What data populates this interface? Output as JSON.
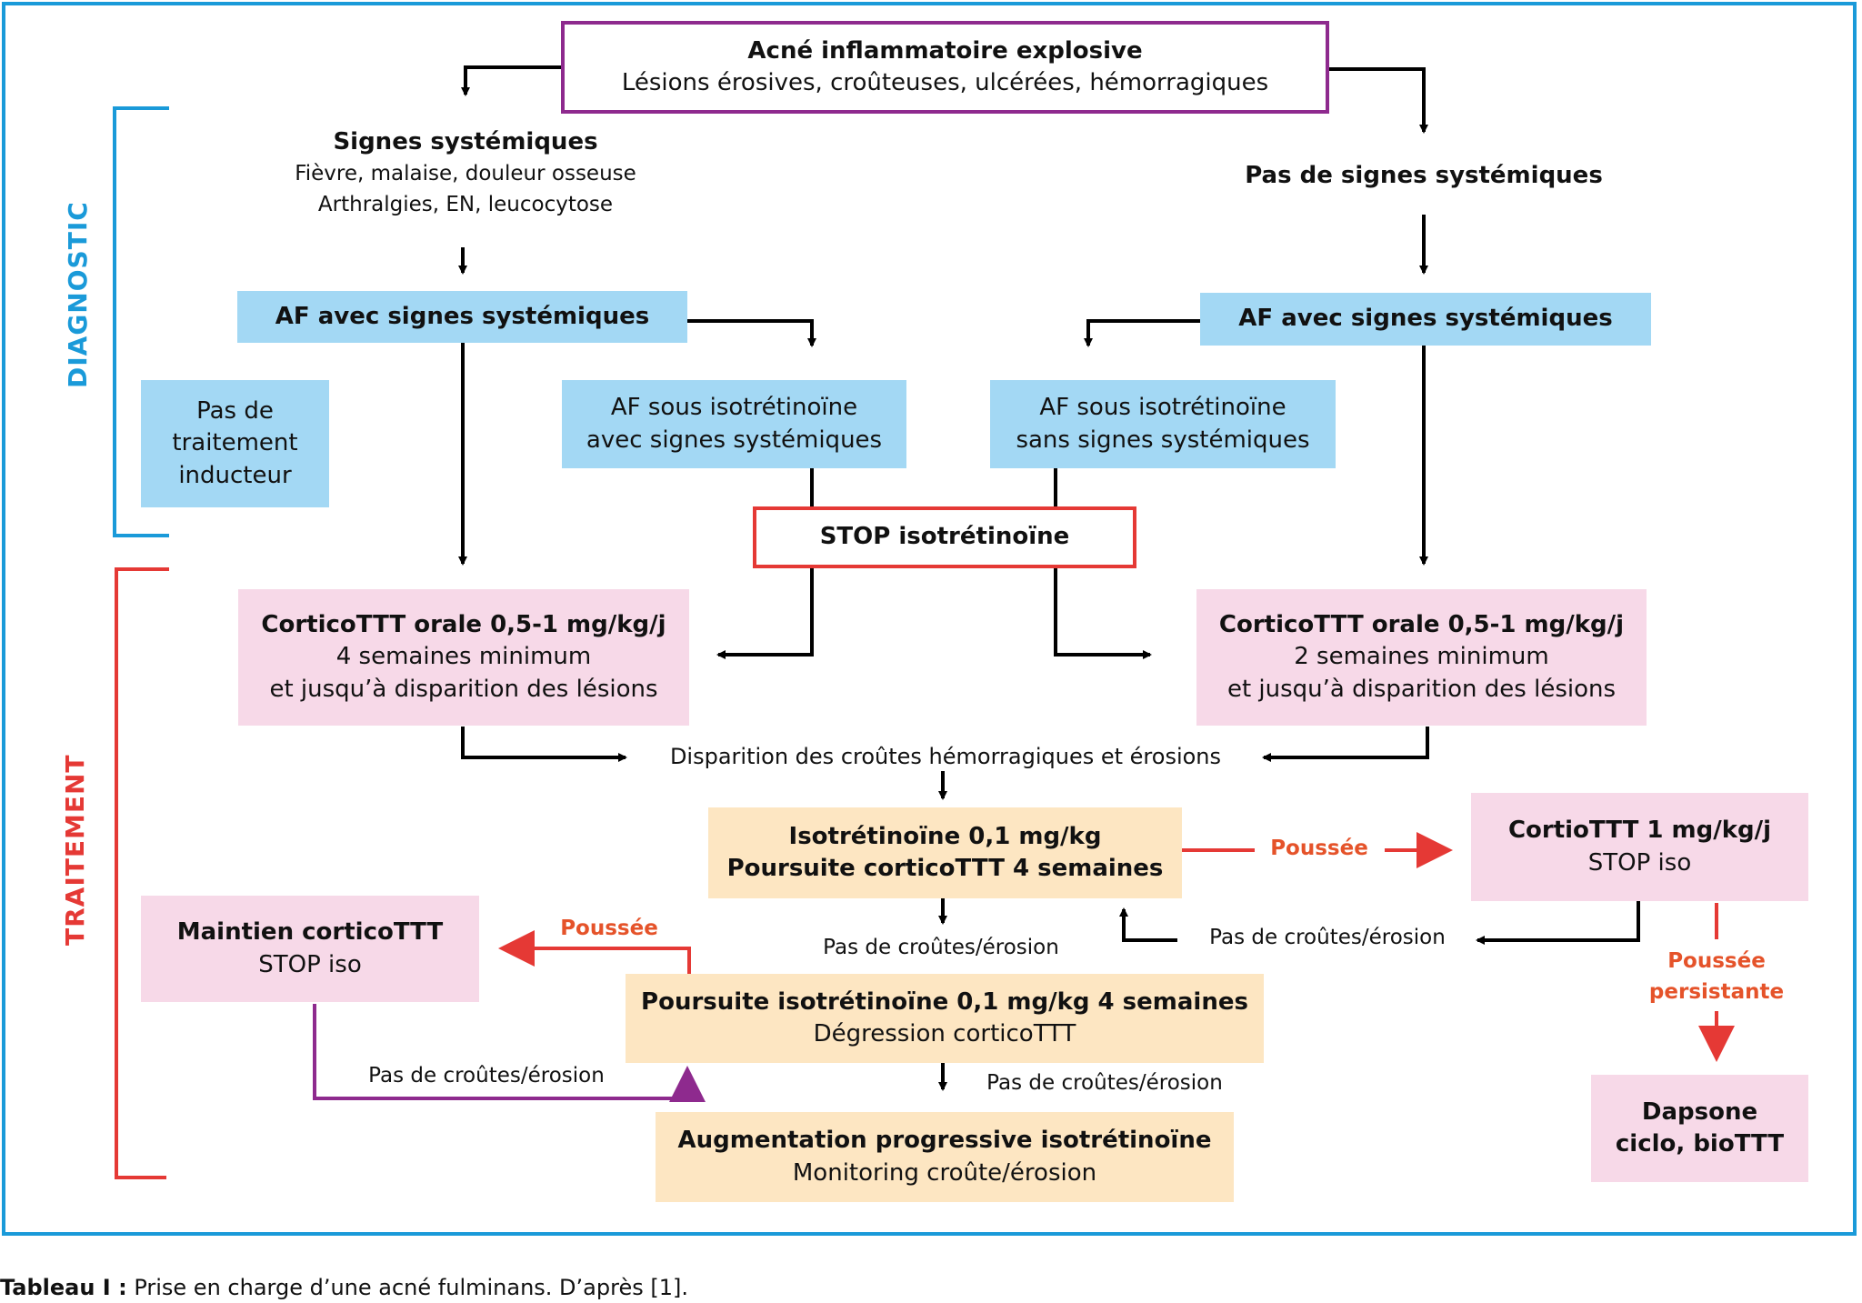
{
  "colors": {
    "frame": "#1a9ad9",
    "diagnostic": "#1a9ad9",
    "traitement": "#e53935",
    "start_border": "#8e2a8e",
    "stop_border": "#e53935",
    "blue_box": "#a3d8f4",
    "pink_box": "#f7d9e8",
    "peach_box": "#fde6c2",
    "poussee_text": "#e5532a",
    "purple_line": "#8e2a8e"
  },
  "sections": {
    "diagnostic": "DIAGNOSTIC",
    "traitement": "TRAITEMENT"
  },
  "start": {
    "title": "Acné inflammatoire explosive",
    "subtitle": "Lésions érosives, croûteuses, ulcérées, hémorragiques"
  },
  "left_branch": {
    "title": "Signes systémiques",
    "line1": "Fièvre, malaise, douleur osseuse",
    "line2": "Arthralgies, EN, leucocytose"
  },
  "right_branch": {
    "title": "Pas de signes systémiques"
  },
  "af_left": "AF avec signes systémiques",
  "af_right": "AF avec signes systémiques",
  "no_induction": {
    "line1": "Pas de",
    "line2": "traitement",
    "line3": "inducteur"
  },
  "af_iso_with": {
    "line1": "AF sous isotrétinoïne",
    "line2": "avec signes systémiques"
  },
  "af_iso_without": {
    "line1": "AF sous isotrétinoïne",
    "line2": "sans signes systémiques"
  },
  "stop_iso": "STOP isotrétinoïne",
  "cortico_left": {
    "title": "CorticoTTT orale 0,5-1 mg/kg/j",
    "line1": "4 semaines minimum",
    "line2": "et jusqu’à disparition des lésions"
  },
  "cortico_right": {
    "title": "CorticoTTT orale 0,5-1 mg/kg/j",
    "line1": "2 semaines minimum",
    "line2": "et jusqu’à disparition des lésions"
  },
  "disappearance": "Disparition des croûtes hémorragiques et érosions",
  "iso_low": {
    "line1": "Isotrétinoïne 0,1 mg/kg",
    "line2": "Poursuite corticoTTT 4 semaines"
  },
  "cortio_high": {
    "title": "CortioTTT 1 mg/kg/j",
    "line1": "STOP iso"
  },
  "maintien": {
    "title": "Maintien corticoTTT",
    "line1": "STOP iso"
  },
  "poursuite": {
    "title": "Poursuite isotrétinoïne 0,1 mg/kg 4 semaines",
    "line1": "Dégression corticoTTT"
  },
  "augmentation": {
    "title": "Augmentation progressive isotrétinoïne",
    "line1": "Monitoring croûte/érosion"
  },
  "dapsone": {
    "line1": "Dapsone",
    "line2": "ciclo, bioTTT"
  },
  "labels": {
    "poussee_right": "Poussée",
    "poussee_left": "Poussée",
    "poussee_persistante_1": "Poussée",
    "poussee_persistante_2": "persistante",
    "no_crust_1": "Pas de croûtes/érosion",
    "no_crust_2": "Pas de croûtes/érosion",
    "no_crust_3": "Pas de croûtes/érosion",
    "no_crust_4": "Pas de croûtes/érosion"
  },
  "caption": {
    "label": "Tableau I :",
    "text": " Prise en charge d’une acné fulminans. D’après [1]."
  }
}
